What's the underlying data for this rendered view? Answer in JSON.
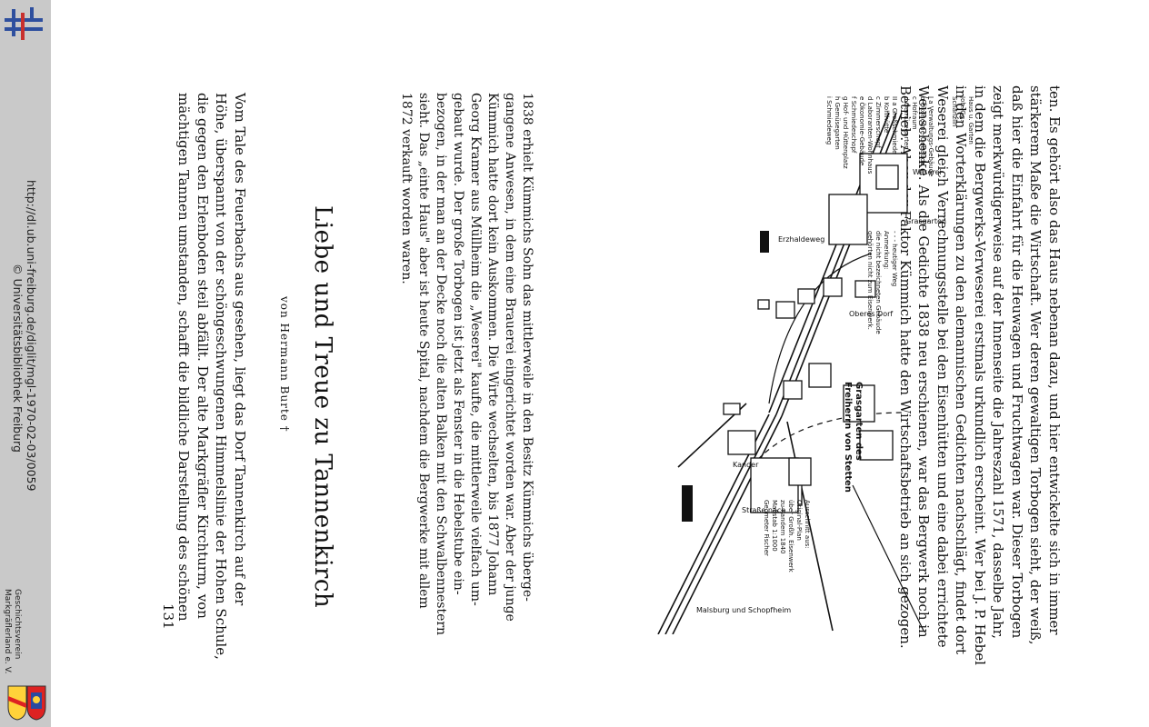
{
  "viewer": {
    "logo_icon": "digital-library-logo",
    "url": "http://dl.ub.uni-freiburg.de/diglit/mgl-1970-02-03/0059",
    "copyright": "© Universitätsbibliothek Freiburg",
    "society_line1": "Geschichtsverein",
    "society_line2": "Markgräflerland e. V.",
    "crest_icon": "coat-of-arms-icon",
    "sidebar_color": "#c9c9c9"
  },
  "page": {
    "top_paragraph": [
      "ten. Es gehört also das Haus nebenan dazu, und hier entwickelte sich in immer",
      "stärkerem Maße die Wirtschaft. Wer deren gewaltigen Torbogen sieht, der weiß,",
      "daß hier die Einfahrt für die Heuwagen und Fruchtwagen war. Dieser Torbogen",
      "zeigt merkwürdigerweise auf der Innenseite die Jahreszahl 1571, dasselbe Jahr,",
      "in dem die Bergwerks-Verweserei erstmals urkundlich erscheint. Wer bei J. P. Hebel",
      "in den Worterklärungen zu den alemannischen Gedichten nachschlägt, findet dort",
      "Weserei gleich Verrechnungsstelle bei den Eisenhütten und eine dabei errichtete",
      "Weinschenke. Als die Gedichte 1838 neu erschienen, war das Bergwerk noch in",
      "Betrieb. Aber der Faktor Kümmich hatte den Wirtschaftsbetrieb an sich gezogen."
    ],
    "middle_paragraph": [
      "1838 erhielt Kümmichs Sohn das mittlerweile in den Besitz Kümmichs überge-",
      "gangene Anwesen, in dem eine Brauerei eingerichtet worden war. Aber der junge",
      "Kümmich hatte dort kein Auskommen. Die Wirte wechselten, bis 1877 Johann",
      "Georg Kramer aus Müllheim die „Weserei\" kaufte, die mittlerweile vielfach um-",
      "gebaut wurde. Der große Torbogen ist jetzt als Fenster in die Hebelstube ein-",
      "bezogen, in der man an der Decke noch die alten Balken mit den Schwalbennestern",
      "sieht. Das „einte Haus\" aber ist heute Spital, nachdem die Bergwerke mit allem",
      "1872 verkauft worden waren."
    ],
    "title": "Liebe und Treue zu Tannenkirch",
    "byline": "von Hermann Burte †",
    "bottom_paragraph": [
      "Vom Tale des Feuerbachs aus gesehen, liegt das Dorf Tannenkirch auf der",
      "Höhe, überspannt von der schöngeschwungenen Himmelslinie der Hohen Schule,",
      "die gegen den Erlenboden steil abfällt. Der alte Markgräfler Kirchturm, von",
      "mächtigen Tannen umstanden, schafft die bildliche Darstellung des schönen"
    ],
    "page_number": "131"
  },
  "map": {
    "title_line1": "Grasgarten des",
    "title_line2": "Freiherrn von Stetten",
    "source": [
      "Ausschnitt aus:",
      "Original-Plan",
      "über Großh. Eisenwerk",
      "zu Kandern 1840",
      "Maßstab 1:1000",
      "Geometer Fischer"
    ],
    "legend_group1": [
      "I a Verwaltungs-Gebäude",
      "b Ökonomie-Gebäude",
      "c Hofraum",
      "d Gemüsegarten"
    ],
    "legend_group2": [
      "II a Großschmiede",
      "b Kohlhütte",
      "c Zimmerschopf",
      "d Laboranten-Wohnhaus",
      "e Ökonomie-Gebäude",
      "f Schmiedeschopf",
      "g Hof- und Hüttenplatz",
      "h Gemüsegarten",
      "i Schmiedeweg"
    ],
    "top_left_labels": [
      "Haus u. Garten",
      "Joh. Gg.",
      "Schanzlin"
    ],
    "note_line": "- - - heutiger Weg",
    "annotation": [
      "Anmerkung:",
      "die nicht bezeichneten Gebäude",
      "gehörten nicht zum Eisenwerk."
    ],
    "labels": {
      "grasgarten": "Grasgarten",
      "erzhaldeweg": "Erzhaldeweg",
      "oberes_dorf": "Oberes Dorf",
      "weserei": "Weserei",
      "kander": "Kander",
      "strasse": "Straße nach",
      "malsburg": "Malsburg und Schopfheim"
    }
  }
}
